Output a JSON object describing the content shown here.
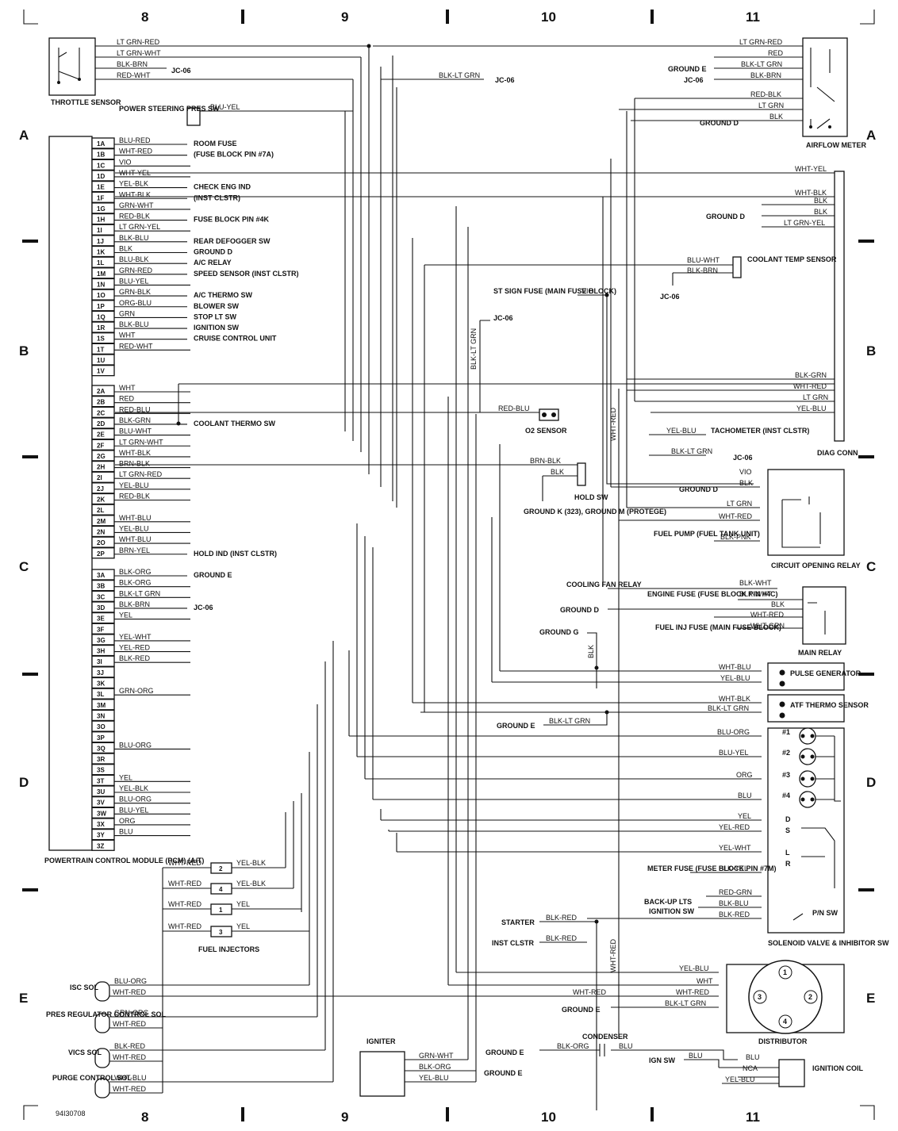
{
  "colors": {
    "ink": "#111111",
    "paper": "#ffffff"
  },
  "grid": {
    "columns": [
      "8",
      "9",
      "10",
      "11"
    ],
    "rows": [
      "A",
      "B",
      "C",
      "D",
      "E"
    ]
  },
  "figure_id": "94I30708",
  "components": {
    "throttle_sensor": "THROTTLE SENSOR",
    "power_steering": "POWER STEERING PRES SW",
    "pcm": "POWERTRAIN CONTROL MODULE (PCM) (A/T)",
    "airflow_meter": "AIRFLOW METER",
    "coolant_temp": "COOLANT TEMP SENSOR",
    "o2_sensor": "O2 SENSOR",
    "hold_sw": "HOLD SW",
    "diag_conn": "DIAG CONN",
    "circuit_opening_relay": "CIRCUIT OPENING RELAY",
    "main_relay": "MAIN RELAY",
    "pulse_generator": "PULSE GENERATOR",
    "atf_thermo": "ATF THERMO SENSOR",
    "solenoid_inhibitor": "SOLENOID VALVE & INHIBITOR SW",
    "pn_sw": "P/N SW",
    "distributor": "DISTRIBUTOR",
    "ignition_coil": "IGNITION COIL",
    "igniter": "IGNITER",
    "condenser": "CONDENSER",
    "fuel_injectors": "FUEL INJECTORS",
    "isc_sol": "ISC SOL",
    "pres_reg_sol": "PRES REGULATOR CONTROL SOL",
    "vics_sol": "VICS SOL",
    "purge_sol": "PURGE CONTROL SOL"
  },
  "throttle_wires": [
    "LT GRN-RED",
    "LT GRN-WHT",
    "BLK-BRN",
    "RED-WHT"
  ],
  "throttle_ref": "JC-06",
  "ps_wire": "BLU-YEL",
  "pcm_pins": [
    {
      "pin": "1A",
      "wire": "BLU-RED",
      "dest": "ROOM FUSE"
    },
    {
      "pin": "1B",
      "wire": "WHT-RED",
      "dest": "(FUSE BLOCK PIN #7A)"
    },
    {
      "pin": "1C",
      "wire": "VIO",
      "dest": ""
    },
    {
      "pin": "1D",
      "wire": "WHT-YEL",
      "dest": ""
    },
    {
      "pin": "1E",
      "wire": "YEL-BLK",
      "dest": "CHECK ENG IND"
    },
    {
      "pin": "1F",
      "wire": "WHT-BLK",
      "dest": "(INST CLSTR)"
    },
    {
      "pin": "1G",
      "wire": "GRN-WHT",
      "dest": ""
    },
    {
      "pin": "1H",
      "wire": "RED-BLK",
      "dest": "FUSE BLOCK PIN #4K"
    },
    {
      "pin": "1I",
      "wire": "LT GRN-YEL",
      "dest": ""
    },
    {
      "pin": "1J",
      "wire": "BLK-BLU",
      "dest": "REAR DEFOGGER SW"
    },
    {
      "pin": "1K",
      "wire": "BLK",
      "dest": "GROUND D"
    },
    {
      "pin": "1L",
      "wire": "BLU-BLK",
      "dest": "A/C RELAY"
    },
    {
      "pin": "1M",
      "wire": "GRN-RED",
      "dest": "SPEED SENSOR (INST CLSTR)"
    },
    {
      "pin": "1N",
      "wire": "BLU-YEL",
      "dest": ""
    },
    {
      "pin": "1O",
      "wire": "GRN-BLK",
      "dest": "A/C THERMO SW"
    },
    {
      "pin": "1P",
      "wire": "ORG-BLU",
      "dest": "BLOWER SW"
    },
    {
      "pin": "1Q",
      "wire": "GRN",
      "dest": "STOP LT SW"
    },
    {
      "pin": "1R",
      "wire": "BLK-BLU",
      "dest": "IGNITION SW"
    },
    {
      "pin": "1S",
      "wire": "WHT",
      "dest": "CRUISE CONTROL UNIT"
    },
    {
      "pin": "1T",
      "wire": "RED-WHT",
      "dest": ""
    },
    {
      "pin": "1U",
      "wire": "",
      "dest": ""
    },
    {
      "pin": "1V",
      "wire": "",
      "dest": ""
    },
    {
      "pin": "2A",
      "wire": "WHT",
      "dest": ""
    },
    {
      "pin": "2B",
      "wire": "RED",
      "dest": ""
    },
    {
      "pin": "2C",
      "wire": "RED-BLU",
      "dest": ""
    },
    {
      "pin": "2D",
      "wire": "BLK-GRN",
      "dest": "COOLANT THERMO SW"
    },
    {
      "pin": "2E",
      "wire": "BLU-WHT",
      "dest": ""
    },
    {
      "pin": "2F",
      "wire": "LT GRN-WHT",
      "dest": ""
    },
    {
      "pin": "2G",
      "wire": "WHT-BLK",
      "dest": ""
    },
    {
      "pin": "2H",
      "wire": "BRN-BLK",
      "dest": ""
    },
    {
      "pin": "2I",
      "wire": "LT GRN-RED",
      "dest": ""
    },
    {
      "pin": "2J",
      "wire": "YEL-BLU",
      "dest": ""
    },
    {
      "pin": "2K",
      "wire": "RED-BLK",
      "dest": ""
    },
    {
      "pin": "2L",
      "wire": "",
      "dest": ""
    },
    {
      "pin": "2M",
      "wire": "WHT-BLU",
      "dest": ""
    },
    {
      "pin": "2N",
      "wire": "YEL-BLU",
      "dest": ""
    },
    {
      "pin": "2O",
      "wire": "WHT-BLU",
      "dest": ""
    },
    {
      "pin": "2P",
      "wire": "BRN-YEL",
      "dest": "HOLD IND (INST CLSTR)"
    },
    {
      "pin": "3A",
      "wire": "BLK-ORG",
      "dest": "GROUND E"
    },
    {
      "pin": "3B",
      "wire": "BLK-ORG",
      "dest": ""
    },
    {
      "pin": "3C",
      "wire": "BLK-LT GRN",
      "dest": ""
    },
    {
      "pin": "3D",
      "wire": "BLK-BRN",
      "dest": "JC-06"
    },
    {
      "pin": "3E",
      "wire": "YEL",
      "dest": ""
    },
    {
      "pin": "3F",
      "wire": "",
      "dest": ""
    },
    {
      "pin": "3G",
      "wire": "YEL-WHT",
      "dest": ""
    },
    {
      "pin": "3H",
      "wire": "YEL-RED",
      "dest": ""
    },
    {
      "pin": "3I",
      "wire": "BLK-RED",
      "dest": ""
    },
    {
      "pin": "3J",
      "wire": "",
      "dest": ""
    },
    {
      "pin": "3K",
      "wire": "",
      "dest": ""
    },
    {
      "pin": "3L",
      "wire": "GRN-ORG",
      "dest": ""
    },
    {
      "pin": "3M",
      "wire": "",
      "dest": ""
    },
    {
      "pin": "3N",
      "wire": "",
      "dest": ""
    },
    {
      "pin": "3O",
      "wire": "",
      "dest": ""
    },
    {
      "pin": "3P",
      "wire": "",
      "dest": ""
    },
    {
      "pin": "3Q",
      "wire": "BLU-ORG",
      "dest": ""
    },
    {
      "pin": "3R",
      "wire": "",
      "dest": ""
    },
    {
      "pin": "3S",
      "wire": "",
      "dest": ""
    },
    {
      "pin": "3T",
      "wire": "YEL",
      "dest": ""
    },
    {
      "pin": "3U",
      "wire": "YEL-BLK",
      "dest": ""
    },
    {
      "pin": "3V",
      "wire": "BLU-ORG",
      "dest": ""
    },
    {
      "pin": "3W",
      "wire": "BLU-YEL",
      "dest": ""
    },
    {
      "pin": "3X",
      "wire": "ORG",
      "dest": ""
    },
    {
      "pin": "3Y",
      "wire": "BLU",
      "dest": ""
    },
    {
      "pin": "3Z",
      "wire": "",
      "dest": ""
    }
  ],
  "right_labels": {
    "airflow_wires": [
      "LT GRN-RED",
      "RED",
      "BLK-LT GRN",
      "BLK-BRN",
      "RED-BLK",
      "LT GRN",
      "BLK"
    ],
    "airflow_refs": [
      "GROUND E",
      "JC-06",
      "GROUND D"
    ],
    "top_jc": "BLK-LT GRN",
    "top_jc_ref": "JC-06",
    "diag_wires": [
      "WHT-YEL",
      "WHT-BLK",
      "BLK",
      "BLK",
      "LT GRN-YEL",
      "BLK-GRN",
      "WHT-RED",
      "LT GRN",
      "YEL-BLU"
    ],
    "diag_ground": "GROUND D",
    "coolant_wires": [
      "BLU-WHT",
      "BLK-BRN"
    ],
    "coolant_ref": "JC-06",
    "st_sign_fuse": "ST SIGN FUSE (MAIN FUSE BLOCK)",
    "st_wire": "VIO",
    "blk_lt_grn_vert": "BLK-LT GRN",
    "o2_wire": "RED-BLU",
    "tach": "TACHOMETER (INST CLSTR)",
    "tach_wire": "YEL-BLU",
    "jc_wire": "BLK-LT GRN",
    "jc_ref": "JC-06",
    "hold_wires": [
      "BRN-BLK",
      "BLK"
    ],
    "hold_ground": "GROUND K (323), GROUND M (PROTEGE)",
    "wht_red_vert": "WHT-RED",
    "cor_wires": [
      "VIO",
      "BLK",
      "LT GRN",
      "WHT-RED",
      "BLK-PNK"
    ],
    "cor_ground": "GROUND D",
    "fuel_pump": "FUEL PUMP (FUEL TANK UNIT)",
    "cooling_fan": "COOLING FAN RELAY",
    "engine_fuse": "ENGINE FUSE (FUSE BLOCK PIN #4C)",
    "main_relay_wires": [
      "BLK-WHT",
      "BLK-WHT",
      "BLK",
      "WHT-RED",
      "WHT-GRN"
    ],
    "main_ground": "GROUND D",
    "fuel_inj_fuse": "FUEL INJ FUSE (MAIN FUSE BLOCK)",
    "ground_g": "GROUND G",
    "blk_vert": "BLK",
    "pulse_wires": [
      "WHT-BLU",
      "YEL-BLU"
    ],
    "atf_wires": [
      "WHT-BLK",
      "BLK-LT GRN"
    ],
    "ground_e_atf": "GROUND E",
    "atf_wire": "BLK-LT GRN",
    "sol_wires": [
      "BLU-ORG",
      "BLU-YEL",
      "ORG",
      "BLU"
    ],
    "sol_nums": [
      "#1",
      "#2",
      "#3",
      "#4"
    ],
    "inh_wires": [
      "YEL",
      "YEL-RED",
      "YEL-WHT",
      "BLK-YEL"
    ],
    "inh_pos": [
      "D",
      "S",
      "L",
      "R"
    ],
    "meter_fuse": "METER FUSE (FUSE BLOCK PIN #7M)",
    "pn_wires": [
      "RED-GRN",
      "BLK-BLU",
      "BLK-RED"
    ],
    "backup": "BACK-UP LTS",
    "ign_sw": "IGNITION SW",
    "starter": "STARTER",
    "starter_wire": "BLK-RED",
    "inst_clstr": "INST CLSTR",
    "inst_wire": "BLK-RED",
    "wht_red_vert2": "WHT-RED",
    "dist_wires": [
      "YEL-BLU",
      "WHT",
      "WHT-RED",
      "BLK-LT GRN"
    ],
    "dist_whtred": "WHT-RED",
    "dist_ground": "GROUND E",
    "dist_nums": [
      "1",
      "2",
      "3",
      "4"
    ],
    "condenser_wires": [
      "BLK-ORG",
      "BLU"
    ],
    "condenser_ground": "GROUND E",
    "ign_sw2": "IGN SW",
    "ign_wire": "BLU",
    "coil_wires": [
      "BLU",
      "NCA",
      "YEL-BLU"
    ],
    "igniter_wires": [
      "GRN-WHT",
      "BLK-ORG",
      "YEL-BLU"
    ],
    "igniter_ground": "GROUND E"
  },
  "injectors": [
    {
      "num": "2",
      "in": "WHT-RED",
      "out": "YEL-BLK"
    },
    {
      "num": "4",
      "in": "WHT-RED",
      "out": "YEL-BLK"
    },
    {
      "num": "1",
      "in": "WHT-RED",
      "out": "YEL"
    },
    {
      "num": "3",
      "in": "WHT-RED",
      "out": "YEL"
    }
  ],
  "left_sols": {
    "isc": [
      "BLU-ORG",
      "WHT-RED"
    ],
    "pres": [
      "GRN-ORG",
      "WHT-RED"
    ],
    "vics": [
      "BLK-RED",
      "WHT-RED"
    ],
    "purge": [
      "WHT-BLU",
      "WHT-RED"
    ]
  }
}
